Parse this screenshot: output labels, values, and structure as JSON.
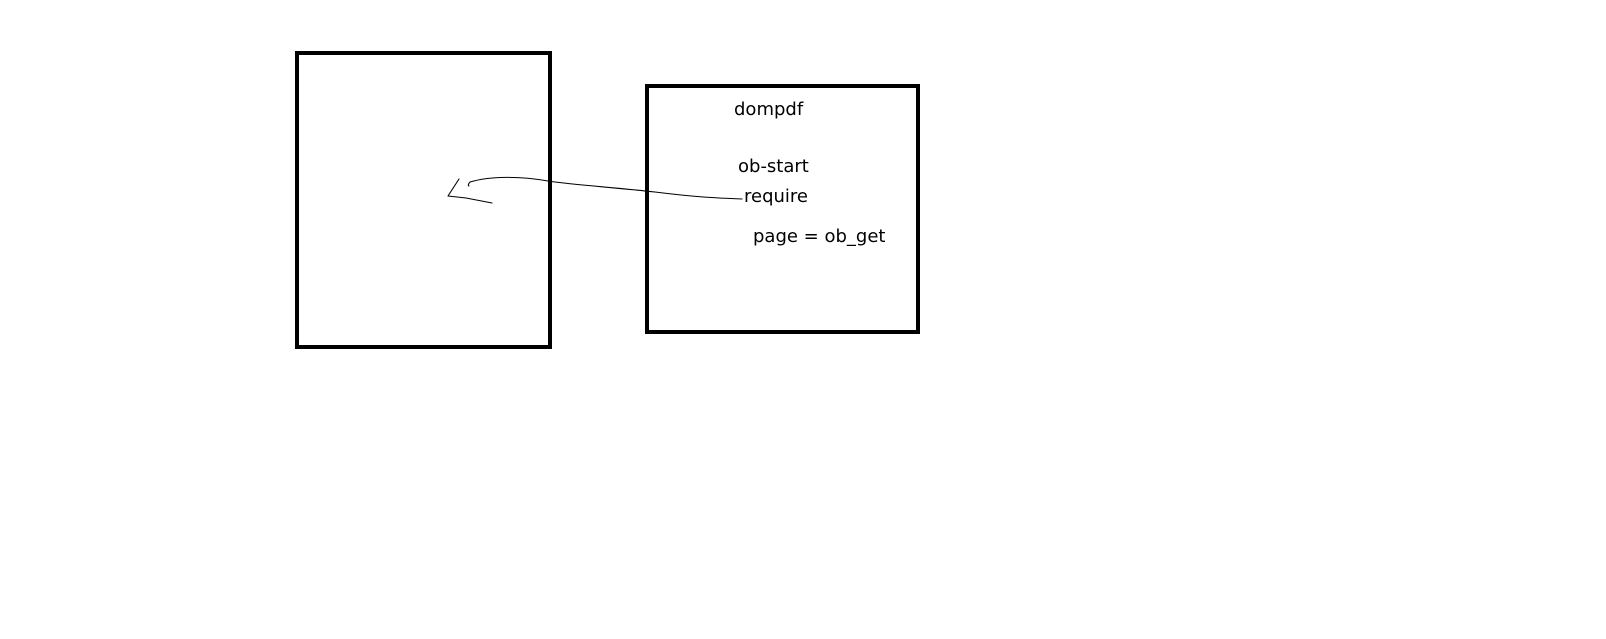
{
  "diagram": {
    "right_box": {
      "title": "dompdf",
      "lines": [
        "ob-start",
        "require",
        "page = ob_get"
      ]
    },
    "left_box": {},
    "arrow": {
      "from": "require",
      "to": "left-box",
      "style": "hand-drawn"
    }
  }
}
